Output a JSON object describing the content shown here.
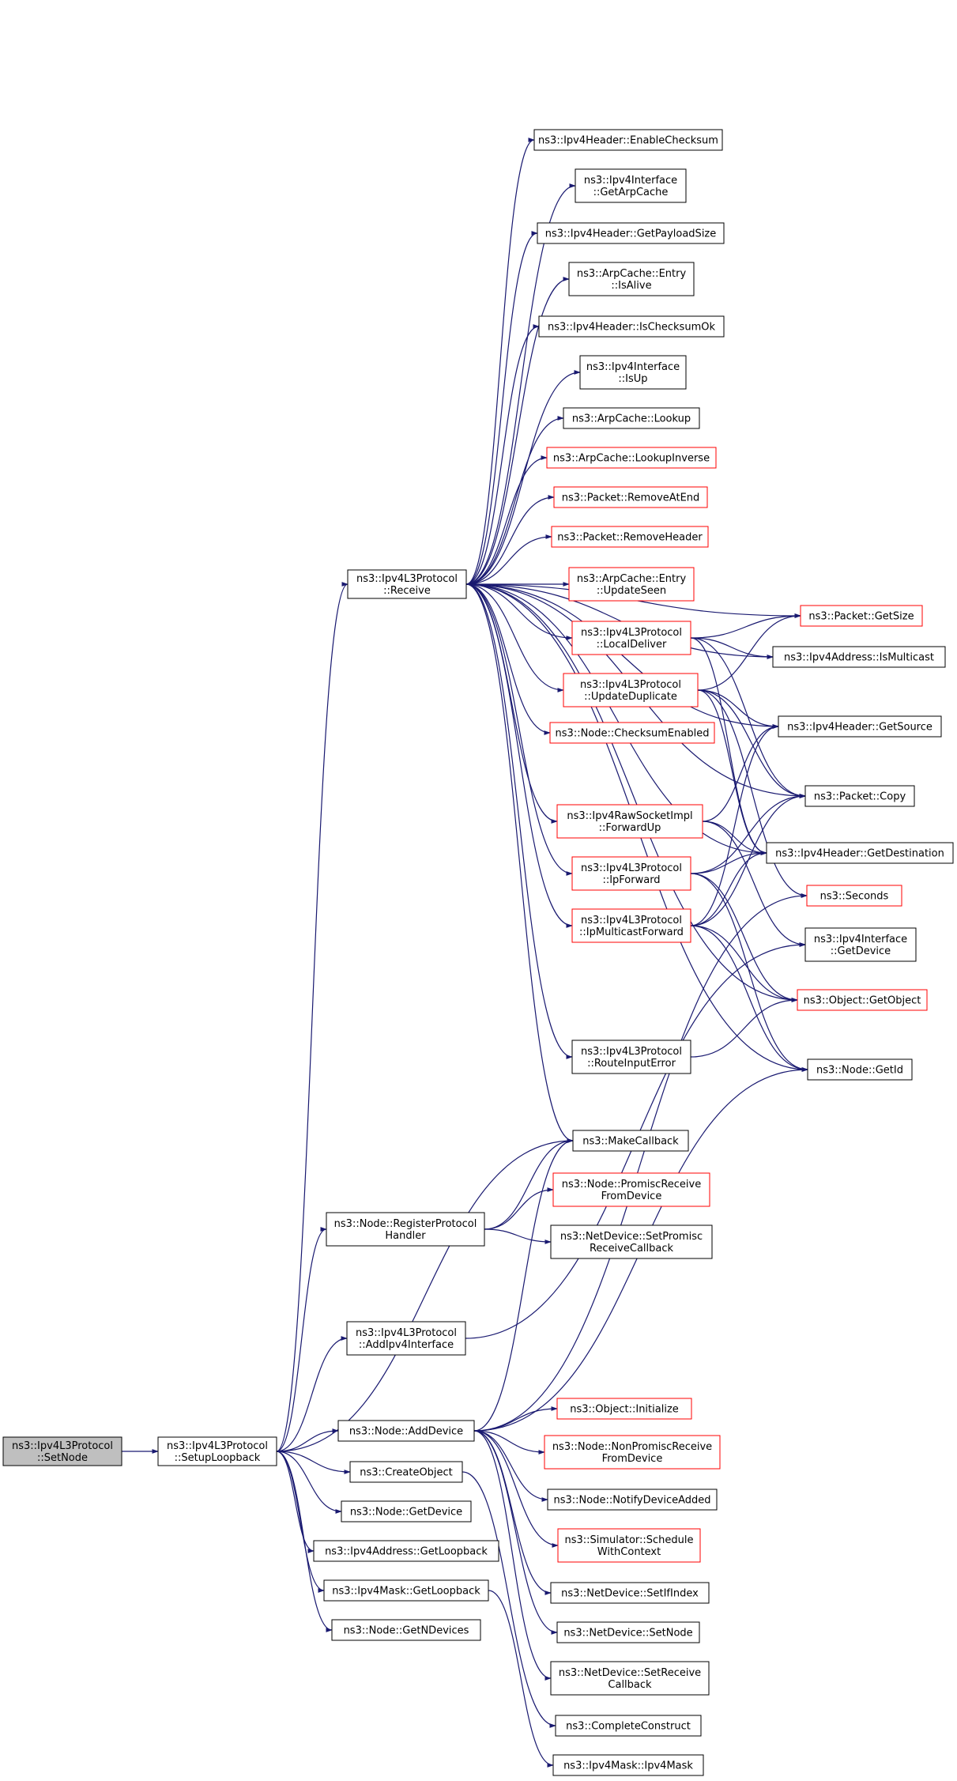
{
  "colors": {
    "edge": "#191970",
    "box_border": "#000000",
    "truncated_border": "#ff0000",
    "root_fill": "#bfbfbf",
    "background": "#ffffff"
  },
  "nodes": [
    {
      "id": "setnode",
      "lines": [
        "ns3::Ipv4L3Protocol",
        "::SetNode"
      ],
      "style": "root"
    },
    {
      "id": "setuploop",
      "lines": [
        "ns3::Ipv4L3Protocol",
        "::SetupLoopback"
      ],
      "style": "normal"
    },
    {
      "id": "receive",
      "lines": [
        "ns3::Ipv4L3Protocol",
        "::Receive"
      ],
      "style": "normal"
    },
    {
      "id": "enablechk",
      "lines": [
        "ns3::Ipv4Header::EnableChecksum"
      ],
      "style": "normal"
    },
    {
      "id": "getarpcache",
      "lines": [
        "ns3::Ipv4Interface",
        "::GetArpCache"
      ],
      "style": "normal"
    },
    {
      "id": "getpayload",
      "lines": [
        "ns3::Ipv4Header::GetPayloadSize"
      ],
      "style": "normal"
    },
    {
      "id": "isalive",
      "lines": [
        "ns3::ArpCache::Entry",
        "::IsAlive"
      ],
      "style": "normal"
    },
    {
      "id": "ischkok",
      "lines": [
        "ns3::Ipv4Header::IsChecksumOk"
      ],
      "style": "normal"
    },
    {
      "id": "isup",
      "lines": [
        "ns3::Ipv4Interface",
        "::IsUp"
      ],
      "style": "normal"
    },
    {
      "id": "lookup",
      "lines": [
        "ns3::ArpCache::Lookup"
      ],
      "style": "normal"
    },
    {
      "id": "lookupinv",
      "lines": [
        "ns3::ArpCache::LookupInverse"
      ],
      "style": "red"
    },
    {
      "id": "removeatend",
      "lines": [
        "ns3::Packet::RemoveAtEnd"
      ],
      "style": "red"
    },
    {
      "id": "removehdr",
      "lines": [
        "ns3::Packet::RemoveHeader"
      ],
      "style": "red"
    },
    {
      "id": "updateseen",
      "lines": [
        "ns3::ArpCache::Entry",
        "::UpdateSeen"
      ],
      "style": "red"
    },
    {
      "id": "localdeliver",
      "lines": [
        "ns3::Ipv4L3Protocol",
        "::LocalDeliver"
      ],
      "style": "red"
    },
    {
      "id": "updatedup",
      "lines": [
        "ns3::Ipv4L3Protocol",
        "::UpdateDuplicate"
      ],
      "style": "red"
    },
    {
      "id": "chkenabled",
      "lines": [
        "ns3::Node::ChecksumEnabled"
      ],
      "style": "red"
    },
    {
      "id": "forwardup",
      "lines": [
        "ns3::Ipv4RawSocketImpl",
        "::ForwardUp"
      ],
      "style": "red"
    },
    {
      "id": "ipforward",
      "lines": [
        "ns3::Ipv4L3Protocol",
        "::IpForward"
      ],
      "style": "red"
    },
    {
      "id": "ipmcast",
      "lines": [
        "ns3::Ipv4L3Protocol",
        "::IpMulticastForward"
      ],
      "style": "red"
    },
    {
      "id": "routeerr",
      "lines": [
        "ns3::Ipv4L3Protocol",
        "::RouteInputError"
      ],
      "style": "normal"
    },
    {
      "id": "getsize",
      "lines": [
        "ns3::Packet::GetSize"
      ],
      "style": "red"
    },
    {
      "id": "ismcast",
      "lines": [
        "ns3::Ipv4Address::IsMulticast"
      ],
      "style": "normal"
    },
    {
      "id": "getsource",
      "lines": [
        "ns3::Ipv4Header::GetSource"
      ],
      "style": "normal"
    },
    {
      "id": "pcopy",
      "lines": [
        "ns3::Packet::Copy"
      ],
      "style": "normal"
    },
    {
      "id": "getdest",
      "lines": [
        "ns3::Ipv4Header::GetDestination"
      ],
      "style": "normal"
    },
    {
      "id": "seconds",
      "lines": [
        "ns3::Seconds"
      ],
      "style": "red"
    },
    {
      "id": "ifgetdevice",
      "lines": [
        "ns3::Ipv4Interface",
        "::GetDevice"
      ],
      "style": "normal"
    },
    {
      "id": "getobject",
      "lines": [
        "ns3::Object::GetObject"
      ],
      "style": "red"
    },
    {
      "id": "nodegetid",
      "lines": [
        "ns3::Node::GetId"
      ],
      "style": "normal"
    },
    {
      "id": "makecb",
      "lines": [
        "ns3::MakeCallback"
      ],
      "style": "normal"
    },
    {
      "id": "promiscrecv",
      "lines": [
        "ns3::Node::PromiscReceive",
        "FromDevice"
      ],
      "style": "red"
    },
    {
      "id": "setpromisc",
      "lines": [
        "ns3::NetDevice::SetPromisc",
        "ReceiveCallback"
      ],
      "style": "normal"
    },
    {
      "id": "regproto",
      "lines": [
        "ns3::Node::RegisterProtocol",
        "Handler"
      ],
      "style": "normal"
    },
    {
      "id": "addifc",
      "lines": [
        "ns3::Ipv4L3Protocol",
        "::AddIpv4Interface"
      ],
      "style": "normal"
    },
    {
      "id": "adddevice",
      "lines": [
        "ns3::Node::AddDevice"
      ],
      "style": "normal"
    },
    {
      "id": "createobj",
      "lines": [
        "ns3::CreateObject"
      ],
      "style": "normal"
    },
    {
      "id": "nodegetdevice",
      "lines": [
        "ns3::Node::GetDevice"
      ],
      "style": "normal"
    },
    {
      "id": "addrloop",
      "lines": [
        "ns3::Ipv4Address::GetLoopback"
      ],
      "style": "normal"
    },
    {
      "id": "maskloop",
      "lines": [
        "ns3::Ipv4Mask::GetLoopback"
      ],
      "style": "normal"
    },
    {
      "id": "getndev",
      "lines": [
        "ns3::Node::GetNDevices"
      ],
      "style": "normal"
    },
    {
      "id": "objinit",
      "lines": [
        "ns3::Object::Initialize"
      ],
      "style": "red"
    },
    {
      "id": "nonpromisc",
      "lines": [
        "ns3::Node::NonPromiscReceive",
        "FromDevice"
      ],
      "style": "red"
    },
    {
      "id": "notifyadd",
      "lines": [
        "ns3::Node::NotifyDeviceAdded"
      ],
      "style": "normal"
    },
    {
      "id": "schedctx",
      "lines": [
        "ns3::Simulator::Schedule",
        "WithContext"
      ],
      "style": "red"
    },
    {
      "id": "setifindex",
      "lines": [
        "ns3::NetDevice::SetIfIndex"
      ],
      "style": "normal"
    },
    {
      "id": "setnodedev",
      "lines": [
        "ns3::NetDevice::SetNode"
      ],
      "style": "normal"
    },
    {
      "id": "setrecvcb",
      "lines": [
        "ns3::NetDevice::SetReceive",
        "Callback"
      ],
      "style": "normal"
    },
    {
      "id": "completecons",
      "lines": [
        "ns3::CompleteConstruct"
      ],
      "style": "normal"
    },
    {
      "id": "maskctor",
      "lines": [
        "ns3::Ipv4Mask::Ipv4Mask"
      ],
      "style": "normal"
    }
  ],
  "edges": [
    [
      "setnode",
      "setuploop"
    ],
    [
      "setuploop",
      "receive"
    ],
    [
      "setuploop",
      "makecb"
    ],
    [
      "setuploop",
      "regproto"
    ],
    [
      "setuploop",
      "addifc"
    ],
    [
      "setuploop",
      "adddevice"
    ],
    [
      "setuploop",
      "createobj"
    ],
    [
      "setuploop",
      "nodegetdevice"
    ],
    [
      "setuploop",
      "addrloop"
    ],
    [
      "setuploop",
      "maskloop"
    ],
    [
      "setuploop",
      "getndev"
    ],
    [
      "receive",
      "enablechk"
    ],
    [
      "receive",
      "getarpcache"
    ],
    [
      "receive",
      "getpayload"
    ],
    [
      "receive",
      "isalive"
    ],
    [
      "receive",
      "ischkok"
    ],
    [
      "receive",
      "isup"
    ],
    [
      "receive",
      "lookup"
    ],
    [
      "receive",
      "lookupinv"
    ],
    [
      "receive",
      "removeatend"
    ],
    [
      "receive",
      "removehdr"
    ],
    [
      "receive",
      "updateseen"
    ],
    [
      "receive",
      "localdeliver"
    ],
    [
      "receive",
      "updatedup"
    ],
    [
      "receive",
      "chkenabled"
    ],
    [
      "receive",
      "forwardup"
    ],
    [
      "receive",
      "ipforward"
    ],
    [
      "receive",
      "ipmcast"
    ],
    [
      "receive",
      "routeerr"
    ],
    [
      "receive",
      "makecb"
    ],
    [
      "receive",
      "getsize"
    ],
    [
      "receive",
      "getsource"
    ],
    [
      "receive",
      "ismcast"
    ],
    [
      "receive",
      "pcopy"
    ],
    [
      "receive",
      "getdest"
    ],
    [
      "receive",
      "getobject"
    ],
    [
      "receive",
      "nodegetid"
    ],
    [
      "localdeliver",
      "getsize"
    ],
    [
      "localdeliver",
      "ismcast"
    ],
    [
      "localdeliver",
      "getdest"
    ],
    [
      "localdeliver",
      "pcopy"
    ],
    [
      "updatedup",
      "getsource"
    ],
    [
      "updatedup",
      "getdest"
    ],
    [
      "updatedup",
      "getsize"
    ],
    [
      "updatedup",
      "pcopy"
    ],
    [
      "updatedup",
      "seconds"
    ],
    [
      "forwardup",
      "getdest"
    ],
    [
      "forwardup",
      "getsource"
    ],
    [
      "forwardup",
      "ifgetdevice"
    ],
    [
      "ipforward",
      "getdest"
    ],
    [
      "ipforward",
      "pcopy"
    ],
    [
      "ipforward",
      "getobject"
    ],
    [
      "ipforward",
      "nodegetid"
    ],
    [
      "ipmcast",
      "getdest"
    ],
    [
      "ipmcast",
      "getsource"
    ],
    [
      "ipmcast",
      "pcopy"
    ],
    [
      "ipmcast",
      "getobject"
    ],
    [
      "ipmcast",
      "nodegetid"
    ],
    [
      "routeerr",
      "getobject"
    ],
    [
      "regproto",
      "makecb"
    ],
    [
      "regproto",
      "promiscrecv"
    ],
    [
      "regproto",
      "setpromisc"
    ],
    [
      "addifc",
      "ifgetdevice"
    ],
    [
      "adddevice",
      "makecb"
    ],
    [
      "adddevice",
      "nodegetid"
    ],
    [
      "adddevice",
      "objinit"
    ],
    [
      "adddevice",
      "nonpromisc"
    ],
    [
      "adddevice",
      "notifyadd"
    ],
    [
      "adddevice",
      "schedctx"
    ],
    [
      "adddevice",
      "setifindex"
    ],
    [
      "adddevice",
      "setnodedev"
    ],
    [
      "adddevice",
      "setrecvcb"
    ],
    [
      "adddevice",
      "seconds"
    ],
    [
      "createobj",
      "completecons"
    ],
    [
      "maskloop",
      "maskctor"
    ]
  ]
}
